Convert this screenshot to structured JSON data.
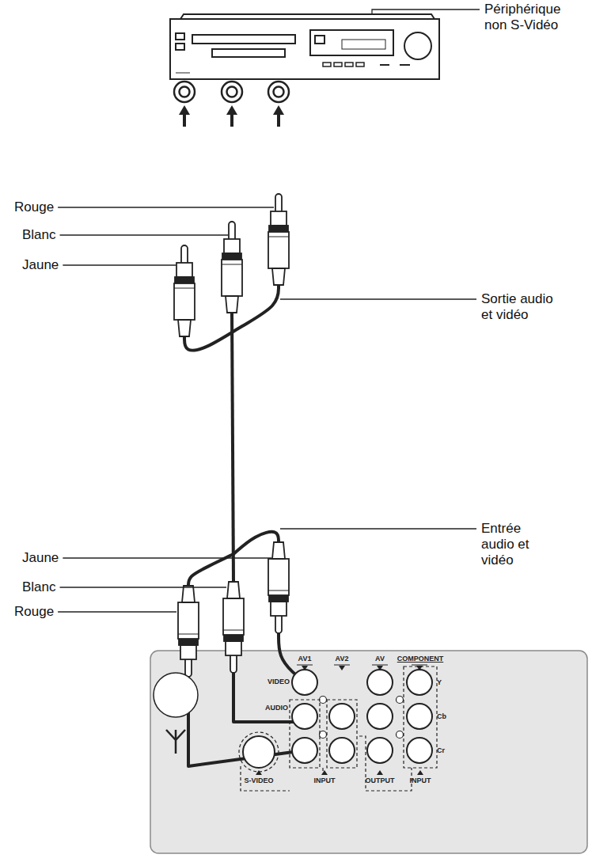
{
  "diagram": {
    "nodes": [
      {
        "text": [
          "AV1",
          "AV2",
          "AV",
          "COMPONENT",
          "VIDEO",
          "AUDIO",
          "Y",
          "Cb",
          "Cr",
          "S-VIDEO",
          "INPUT",
          "OUTPUT",
          "INPUT"
        ]
      }
    ],
    "labels": [
      "Périphérique non S-Vidéo",
      "Rouge",
      "Blanc",
      "Jaune",
      "Sortie audio et vidéo",
      "Entrée audio et vidéo",
      "Jaune",
      "Blanc",
      "Rouge"
    ]
  }
}
